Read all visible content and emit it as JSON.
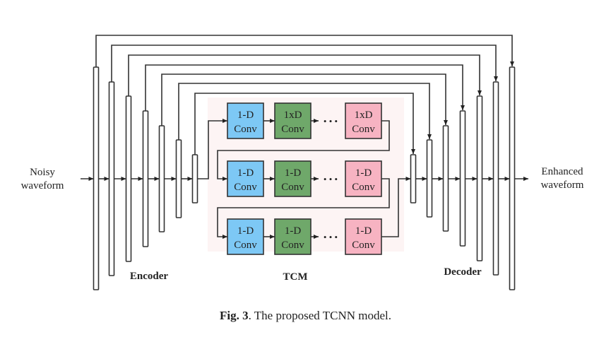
{
  "figure": {
    "caption_label": "Fig. 3",
    "caption_text": ". The proposed TCNN model.",
    "input_label_line1": "Noisy",
    "input_label_line2": "waveform",
    "output_label_line1": "Enhanced",
    "output_label_line2": "waveform",
    "encoder_label": "Encoder",
    "tcm_label": "TCM",
    "decoder_label": "Decoder",
    "encoder_layer_count": 7,
    "decoder_layer_count": 7,
    "skip_connection_count": 7,
    "tcm_rows": [
      {
        "blocks": [
          {
            "line1": "1-D",
            "line2": "Conv",
            "kind": "input"
          },
          {
            "line1": "1xD",
            "line2": "Conv",
            "kind": "dilated"
          },
          {
            "line1": "1xD",
            "line2": "Conv",
            "kind": "output"
          }
        ]
      },
      {
        "blocks": [
          {
            "line1": "1-D",
            "line2": "Conv",
            "kind": "input"
          },
          {
            "line1": "1-D",
            "line2": "Conv",
            "kind": "dilated"
          },
          {
            "line1": "1-D",
            "line2": "Conv",
            "kind": "output"
          }
        ]
      },
      {
        "blocks": [
          {
            "line1": "1-D",
            "line2": "Conv",
            "kind": "input"
          },
          {
            "line1": "1-D",
            "line2": "Conv",
            "kind": "dilated"
          },
          {
            "line1": "1-D",
            "line2": "Conv",
            "kind": "output"
          }
        ]
      }
    ],
    "ellipsis": "• • •",
    "colors": {
      "input_block": "#7dc8f5",
      "dilated_block": "#6fa86a",
      "output_block": "#f7b3c2",
      "tcm_background": "#fdf4f4",
      "line": "#333333"
    }
  }
}
